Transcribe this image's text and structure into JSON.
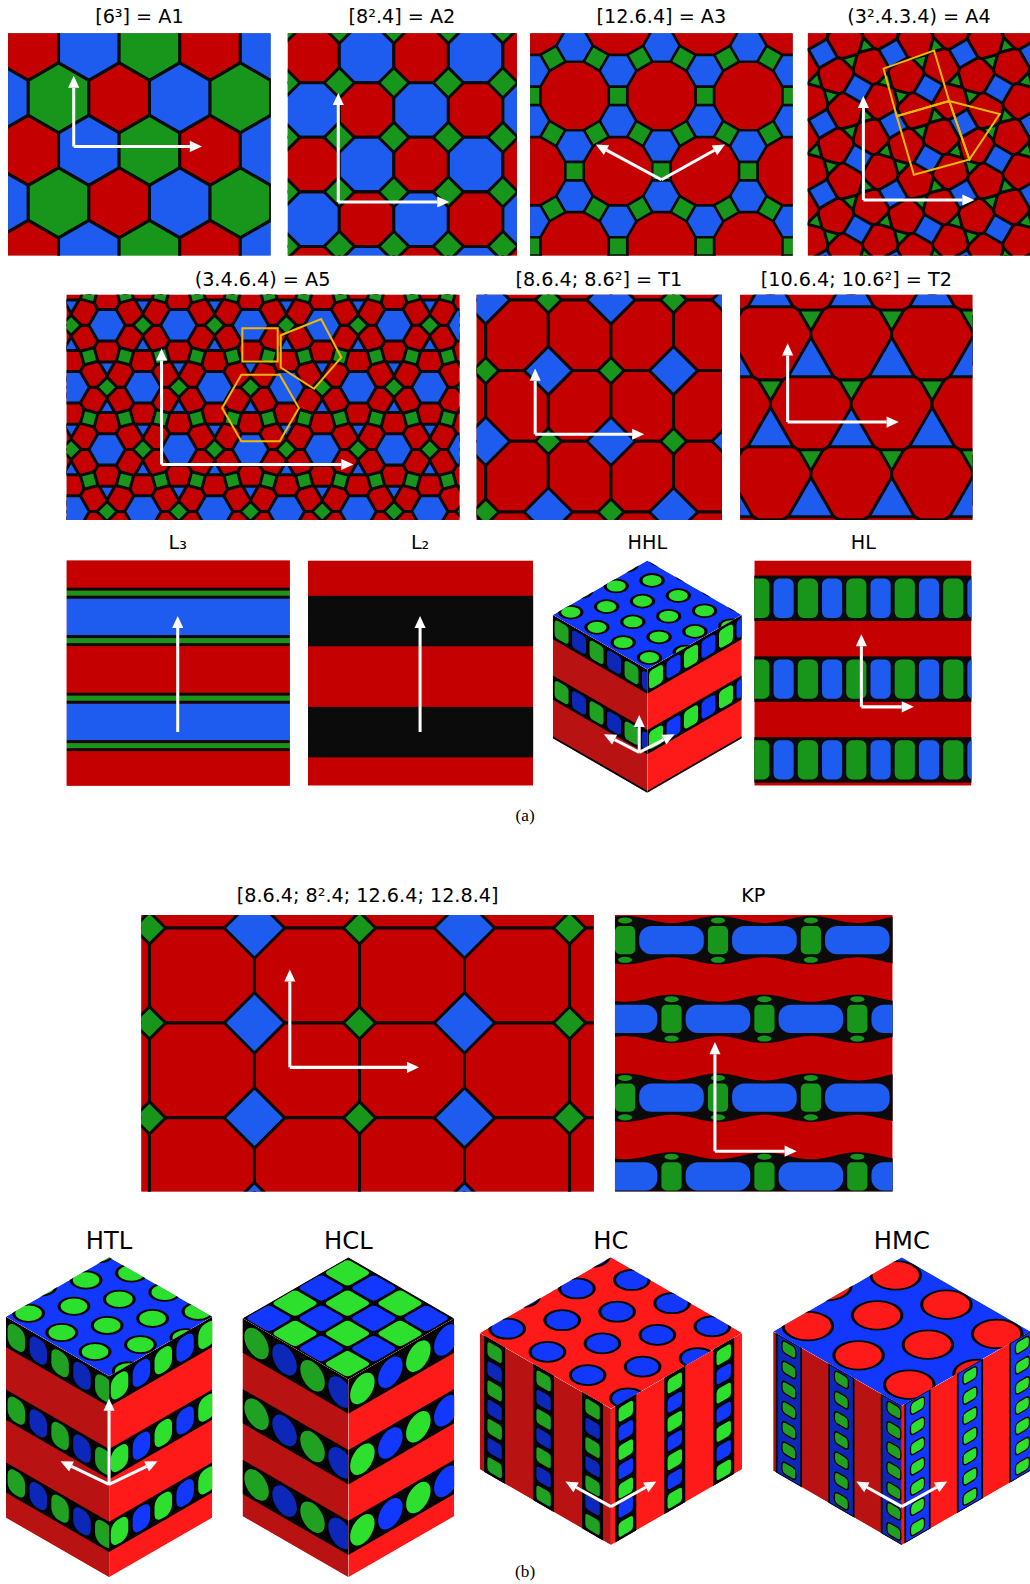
{
  "diagram": {
    "labels": [
      "[6³] = A1",
      "[8².4] = A2",
      "[12.6.4] = A3",
      "(3².4.3.4) = A4",
      "(3.4.6.4) = A5",
      "[8.6.4; 8.6²] = T1",
      "[10.6.4; 10.6²] = T2",
      "L₃",
      "L₂",
      "HHL",
      "HL",
      "(a)",
      "[8.6.4; 8².4; 12.6.4; 12.8.4]",
      "KP",
      "HTL",
      "HCL",
      "HC",
      "HMC",
      "(b)"
    ]
  }
}
